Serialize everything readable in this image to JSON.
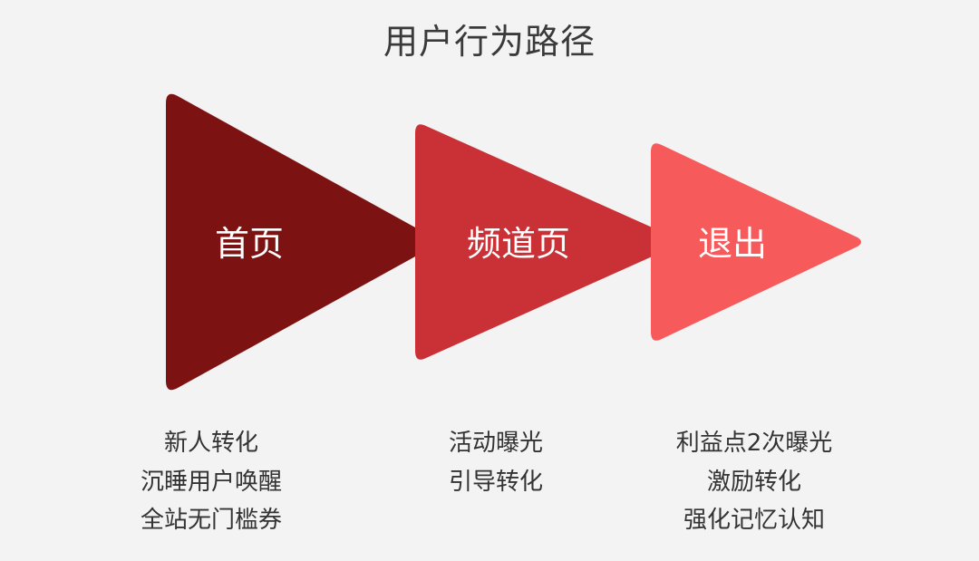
{
  "title": "用户行为路径",
  "stages": [
    {
      "label": "首页",
      "color": "#7c1212",
      "notes": [
        "新人转化",
        "沉睡用户唤醒",
        "全站无门槛券"
      ]
    },
    {
      "label": "频道页",
      "color": "#c93136",
      "notes": [
        "活动曝光",
        "引导转化"
      ]
    },
    {
      "label": "退出",
      "color": "#f65a5b",
      "notes": [
        "利益点2次曝光",
        "激励转化",
        "强化记忆认知"
      ]
    }
  ]
}
